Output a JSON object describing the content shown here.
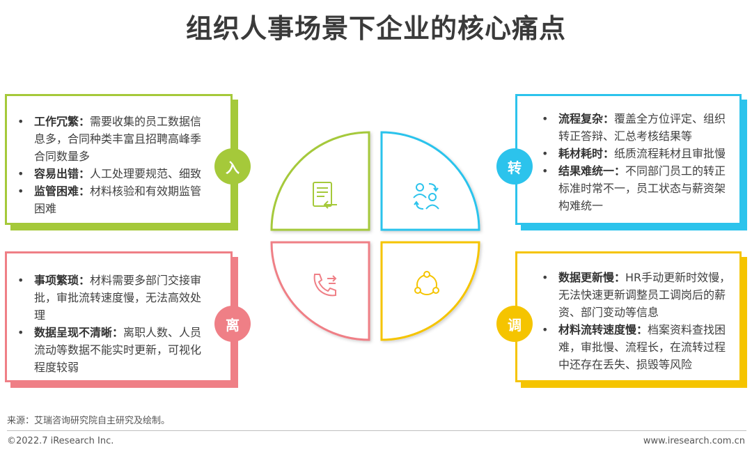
{
  "title": "组织人事场景下企业的核心痛点",
  "colors": {
    "green": "#a5c93a",
    "blue": "#2cc3ec",
    "pink": "#ef7f86",
    "yellow": "#f5c400"
  },
  "cards": {
    "ru": {
      "badge": "入",
      "items": [
        {
          "term": "工作冗繁：",
          "text": "需要收集的员工数据信息多，合同种类丰富且招聘高峰季合同数量多"
        },
        {
          "term": "容易出错：",
          "text": "人工处理要规范、细致"
        },
        {
          "term": "监管困难：",
          "text": "材料核验和有效期监管困难"
        }
      ]
    },
    "zhuan": {
      "badge": "转",
      "items": [
        {
          "term": "流程复杂：",
          "text": "覆盖全方位评定、组织转正答辩、汇总考核结果等"
        },
        {
          "term": "耗材耗时：",
          "text": "纸质流程耗材且审批慢"
        },
        {
          "term": "结果难统一：",
          "text": "不同部门员工的转正标准时常不一，员工状态与薪资架构难统一"
        }
      ]
    },
    "li": {
      "badge": "离",
      "items": [
        {
          "term": "事项繁琐：",
          "text": "材料需要多部门交接审批，审批流转速度慢，无法高效处理"
        },
        {
          "term": "数据呈现不清晰：",
          "text": "离职人数、人员流动等数据不能实时更新，可视化程度较弱"
        }
      ]
    },
    "diao": {
      "badge": "调",
      "items": [
        {
          "term": "数据更新慢：",
          "text": "HR手动更新时效慢，无法快速更新调整员工调岗后的薪资、部门变动等信息"
        },
        {
          "term": "材料流转速度慢：",
          "text": "档案资料查找困难，审批慢、流程长，在流转过程中还存在丢失、损毁等风险"
        }
      ]
    }
  },
  "icons": [
    "document-icon",
    "user-exchange-icon",
    "phone-transfer-icon",
    "team-cycle-icon"
  ],
  "footer": {
    "source": "来源：艾瑞咨询研究院自主研究及绘制。",
    "copyright": "©2022.7 iResearch Inc.",
    "website": "www.iresearch.com.cn"
  }
}
